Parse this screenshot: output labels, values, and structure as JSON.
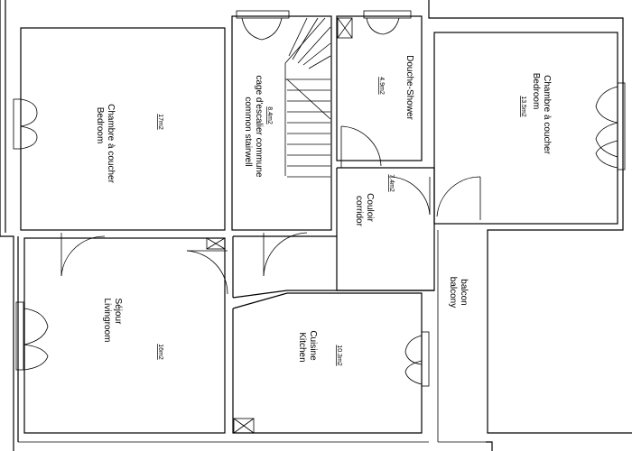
{
  "rooms": {
    "bedroom_left": {
      "name_fr": "Chambre à coucher",
      "name_en": "Bedroom",
      "area": "17m2"
    },
    "stairwell": {
      "name_fr": "cage d'escalier commune",
      "name_en": "common stairwell",
      "area": "8.4m2"
    },
    "shower": {
      "name": "Douche-Shower",
      "area": "4.9m2"
    },
    "bedroom_right": {
      "name_fr": "Chambre à coucher",
      "name_en": "Bedroom",
      "area": "13.5m2"
    },
    "corridor": {
      "name_fr": "Couloir",
      "name_en": "corridor",
      "area": "7.4m2"
    },
    "living": {
      "name_fr": "Séjour",
      "name_en": "Livingroom",
      "area": "16m2"
    },
    "balcony": {
      "name_fr": "balcon",
      "name_en": "balcony"
    },
    "kitchen": {
      "name_fr": "Cuisine",
      "name_en": "Kitchen",
      "area": "10.3m2"
    }
  }
}
